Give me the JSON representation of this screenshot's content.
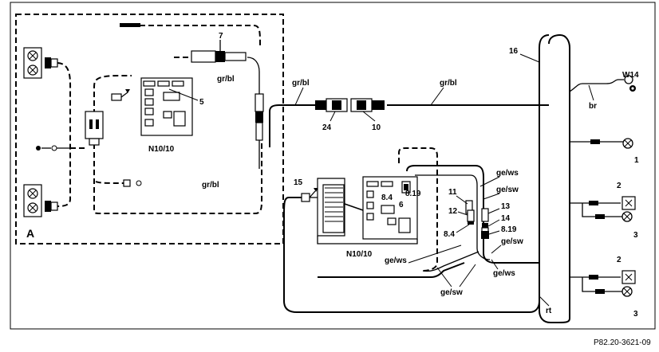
{
  "frame_label": "A",
  "footer_ref": "P82.20-3621-09",
  "components": {
    "n10_left": "N10/10",
    "n10_right": "N10/10",
    "w14": "W14"
  },
  "wire_colors": {
    "gr_bl_1": "gr/bl",
    "gr_bl_2": "gr/bl",
    "gr_bl_3": "gr/bl",
    "gr_bl_4": "gr/bl",
    "ge_ws_1": "ge/ws",
    "ge_sw_1": "ge/sw",
    "ge_sw_2": "ge/sw",
    "ge_ws_2": "ge/ws",
    "ge_ws_3": "ge/ws",
    "ge_sw_3": "ge/sw",
    "br": "br",
    "rt": "rt"
  },
  "callouts": {
    "c1": "1",
    "c2a": "2",
    "c2b": "2",
    "c3a": "3",
    "c3b": "3",
    "c5": "5",
    "c6": "6",
    "c7": "7",
    "c8_4a": "8.4",
    "c8_19a": "8.19",
    "c8_4b": "8.4",
    "c8_19b": "8.19",
    "c10": "10",
    "c11": "11",
    "c12": "12",
    "c13": "13",
    "c14": "14",
    "c15": "15",
    "c16": "16",
    "c24": "24"
  }
}
